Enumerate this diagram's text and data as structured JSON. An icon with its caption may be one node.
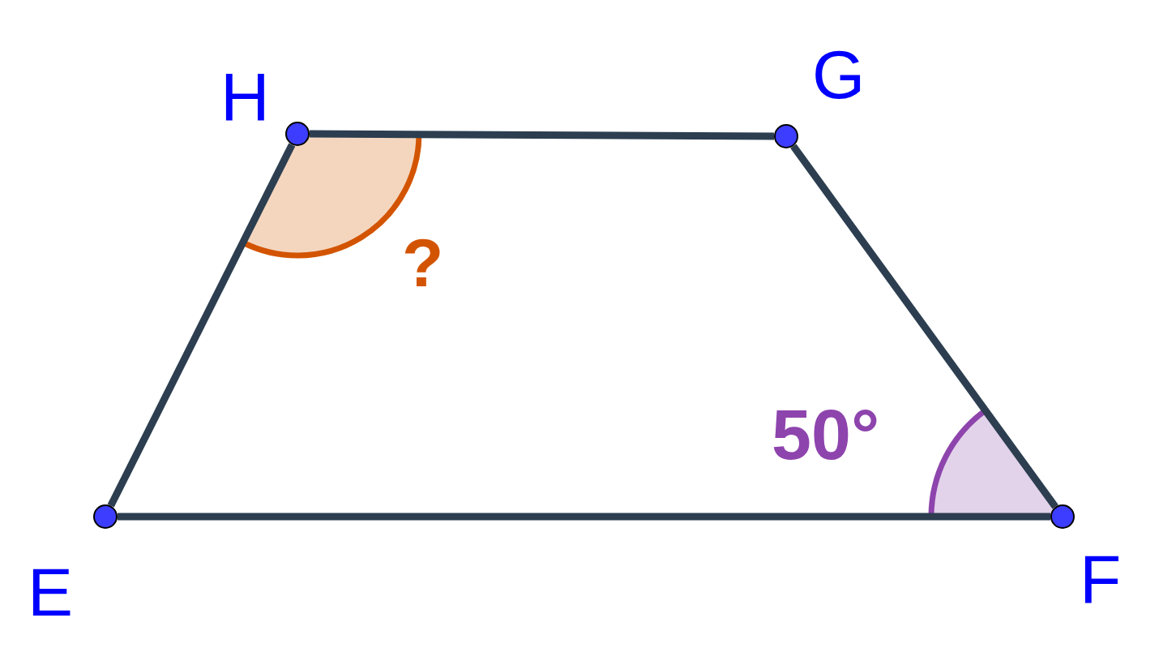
{
  "diagram": {
    "nodes": [
      {
        "text": [],
        "shape": "circle"
      },
      {
        "text": [],
        "shape": "circle"
      },
      {
        "text": [],
        "shape": "circle"
      },
      {
        "text": [],
        "shape": "circle"
      }
    ],
    "edges": [
      {
        "from": 0,
        "to": 1,
        "arrow": "none"
      },
      {
        "from": 1,
        "to": 2,
        "arrow": "none"
      },
      {
        "from": 2,
        "to": 3,
        "arrow": "none"
      },
      {
        "from": 3,
        "to": 0,
        "arrow": "none"
      }
    ],
    "labels": [
      "H",
      "G",
      "?",
      "50°",
      "E",
      "F"
    ]
  }
}
